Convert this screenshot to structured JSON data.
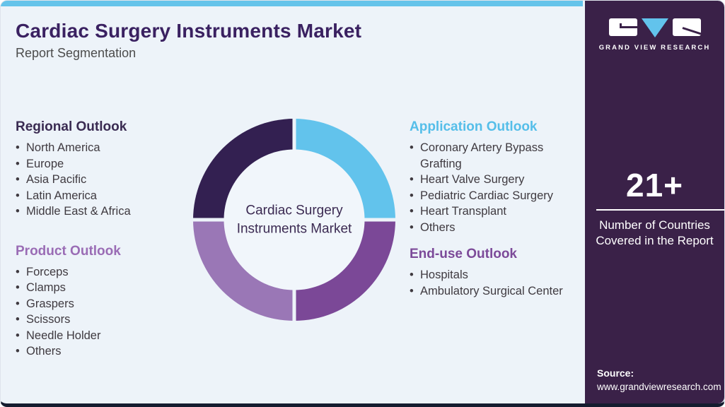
{
  "header": {
    "title": "Cardiac Surgery Instruments Market",
    "subtitle": "Report Segmentation"
  },
  "brand": {
    "logo_text": "GRAND VIEW RESEARCH"
  },
  "sidebar": {
    "stat_value": "21+",
    "stat_label": "Number of Countries Covered in the Report",
    "source_label": "Source:",
    "source_url": "www.grandviewresearch.com",
    "background_color": "#3a2148"
  },
  "colors": {
    "accent_blue": "#62c3ec",
    "accent_dark_purple": "#332051",
    "accent_mid_purple": "#7b4897",
    "accent_light_purple": "#9a77b6",
    "title_color": "#3a2161",
    "top_strip": "#65c3ea"
  },
  "donut": {
    "center_label": "Cardiac Surgery Instruments Market",
    "segments": [
      {
        "name": "application",
        "color": "#62c3ec"
      },
      {
        "name": "end-use",
        "color": "#7b4897"
      },
      {
        "name": "product",
        "color": "#9a77b6"
      },
      {
        "name": "regional",
        "color": "#332051"
      }
    ]
  },
  "outlooks": {
    "regional": {
      "title": "Regional Outlook",
      "color": "#3a2b52",
      "items": [
        "North America",
        "Europe",
        "Asia Pacific",
        "Latin America",
        "Middle East & Africa"
      ]
    },
    "product": {
      "title": "Product Outlook",
      "color": "#9a6cb5",
      "items": [
        "Forceps",
        "Clamps",
        "Graspers",
        "Scissors",
        "Needle Holder",
        "Others"
      ]
    },
    "application": {
      "title": "Application Outlook",
      "color": "#55bee9",
      "items": [
        "Coronary Artery Bypass Grafting",
        "Heart Valve Surgery",
        "Pediatric Cardiac Surgery",
        "Heart Transplant",
        "Others"
      ]
    },
    "enduse": {
      "title": "End-use Outlook",
      "color": "#7c4a99",
      "items": [
        "Hospitals",
        "Ambulatory Surgical Center"
      ]
    }
  }
}
